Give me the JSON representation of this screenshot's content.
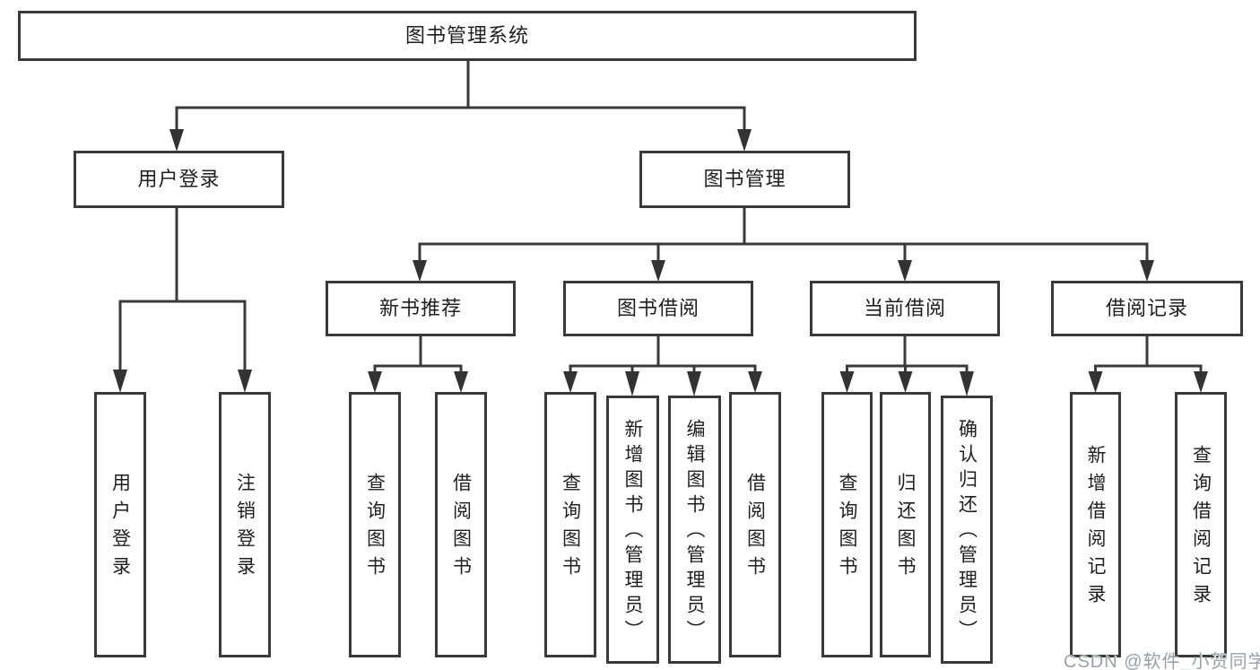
{
  "diagram": {
    "root": {
      "label": "图书管理系统"
    },
    "branches": [
      {
        "label": "用户登录",
        "children": [
          {
            "label": "用户登录"
          },
          {
            "label": "注销登录"
          }
        ]
      },
      {
        "label": "图书管理",
        "children": [
          {
            "label": "新书推荐",
            "children": [
              {
                "label": "查询图书"
              },
              {
                "label": "借阅图书"
              }
            ]
          },
          {
            "label": "图书借阅",
            "children": [
              {
                "label": "查询图书"
              },
              {
                "label": "新增图书（管理员）"
              },
              {
                "label": "编辑图书（管理员）"
              },
              {
                "label": "借阅图书"
              }
            ]
          },
          {
            "label": "当前借阅",
            "children": [
              {
                "label": "查询图书"
              },
              {
                "label": "归还图书"
              },
              {
                "label": "确认归还（管理员）"
              }
            ]
          },
          {
            "label": "借阅记录",
            "children": [
              {
                "label": "新增借阅记录"
              },
              {
                "label": "查询借阅记录"
              }
            ]
          }
        ]
      }
    ]
  },
  "watermark": "CSDN @软件_小贺同学",
  "colors": {
    "line": "#3a3a3a",
    "box_border": "#3a3a3a",
    "text": "#1f1f1f",
    "background": "#ffffff",
    "watermark": "#98a0a8"
  }
}
